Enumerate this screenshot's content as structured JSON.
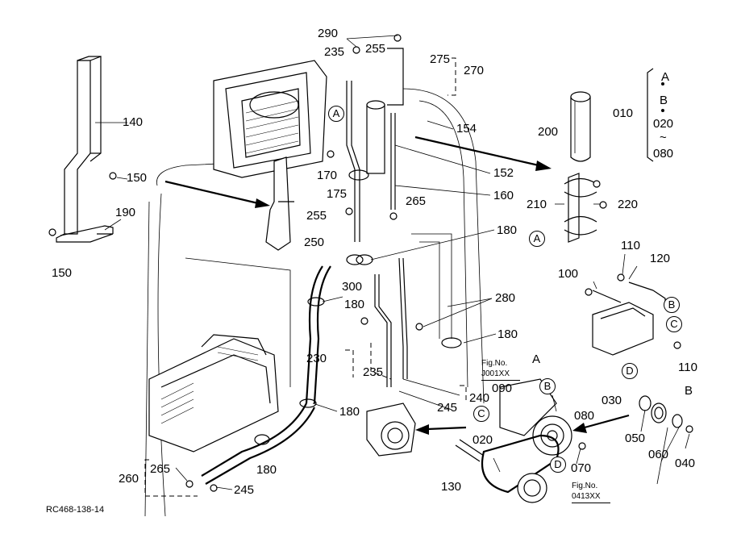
{
  "labels": {
    "l290": "290",
    "l235a": "235",
    "l255a": "255",
    "l275": "275",
    "l270": "270",
    "l140": "140",
    "l150a": "150",
    "l150b": "150",
    "l190": "190",
    "l154": "154",
    "l200": "200",
    "l010": "010",
    "l020": "020",
    "l080a": "080",
    "l170": "170",
    "l175": "175",
    "l152": "152",
    "l160": "160",
    "l265a": "265",
    "l210": "210",
    "l220": "220",
    "l255b": "255",
    "l250": "250",
    "l180a": "180",
    "l300": "300",
    "l180b": "180",
    "l280": "280",
    "l180c": "180",
    "l110a": "110",
    "l120": "120",
    "l100": "100",
    "l110b": "110",
    "l230": "230",
    "l235b": "235",
    "l240": "240",
    "l245a": "245",
    "l090": "090",
    "l030": "030",
    "l080b": "080",
    "l020b": "020",
    "l070": "070",
    "l050": "050",
    "l060": "060",
    "l040": "040",
    "l180d": "180",
    "l180e": "180",
    "l130": "130",
    "l265b": "265",
    "l260": "260",
    "l245b": "245",
    "lA": "A",
    "lB": "B",
    "lB2": "B",
    "code": "RC468-138-14"
  },
  "legend": {
    "a": "A",
    "b": "B",
    "tilde": "~"
  },
  "figrefs": {
    "fig1_title": "Fig.No.",
    "fig1_no": "J001XX",
    "fig2_title": "Fig.No.",
    "fig2_no": "0413XX"
  },
  "circled": {
    "cA1": "A",
    "cA2": "A",
    "cB1": "B",
    "cC1": "C",
    "cD1": "D",
    "cB2": "B",
    "cC2": "C",
    "cD2": "D"
  }
}
